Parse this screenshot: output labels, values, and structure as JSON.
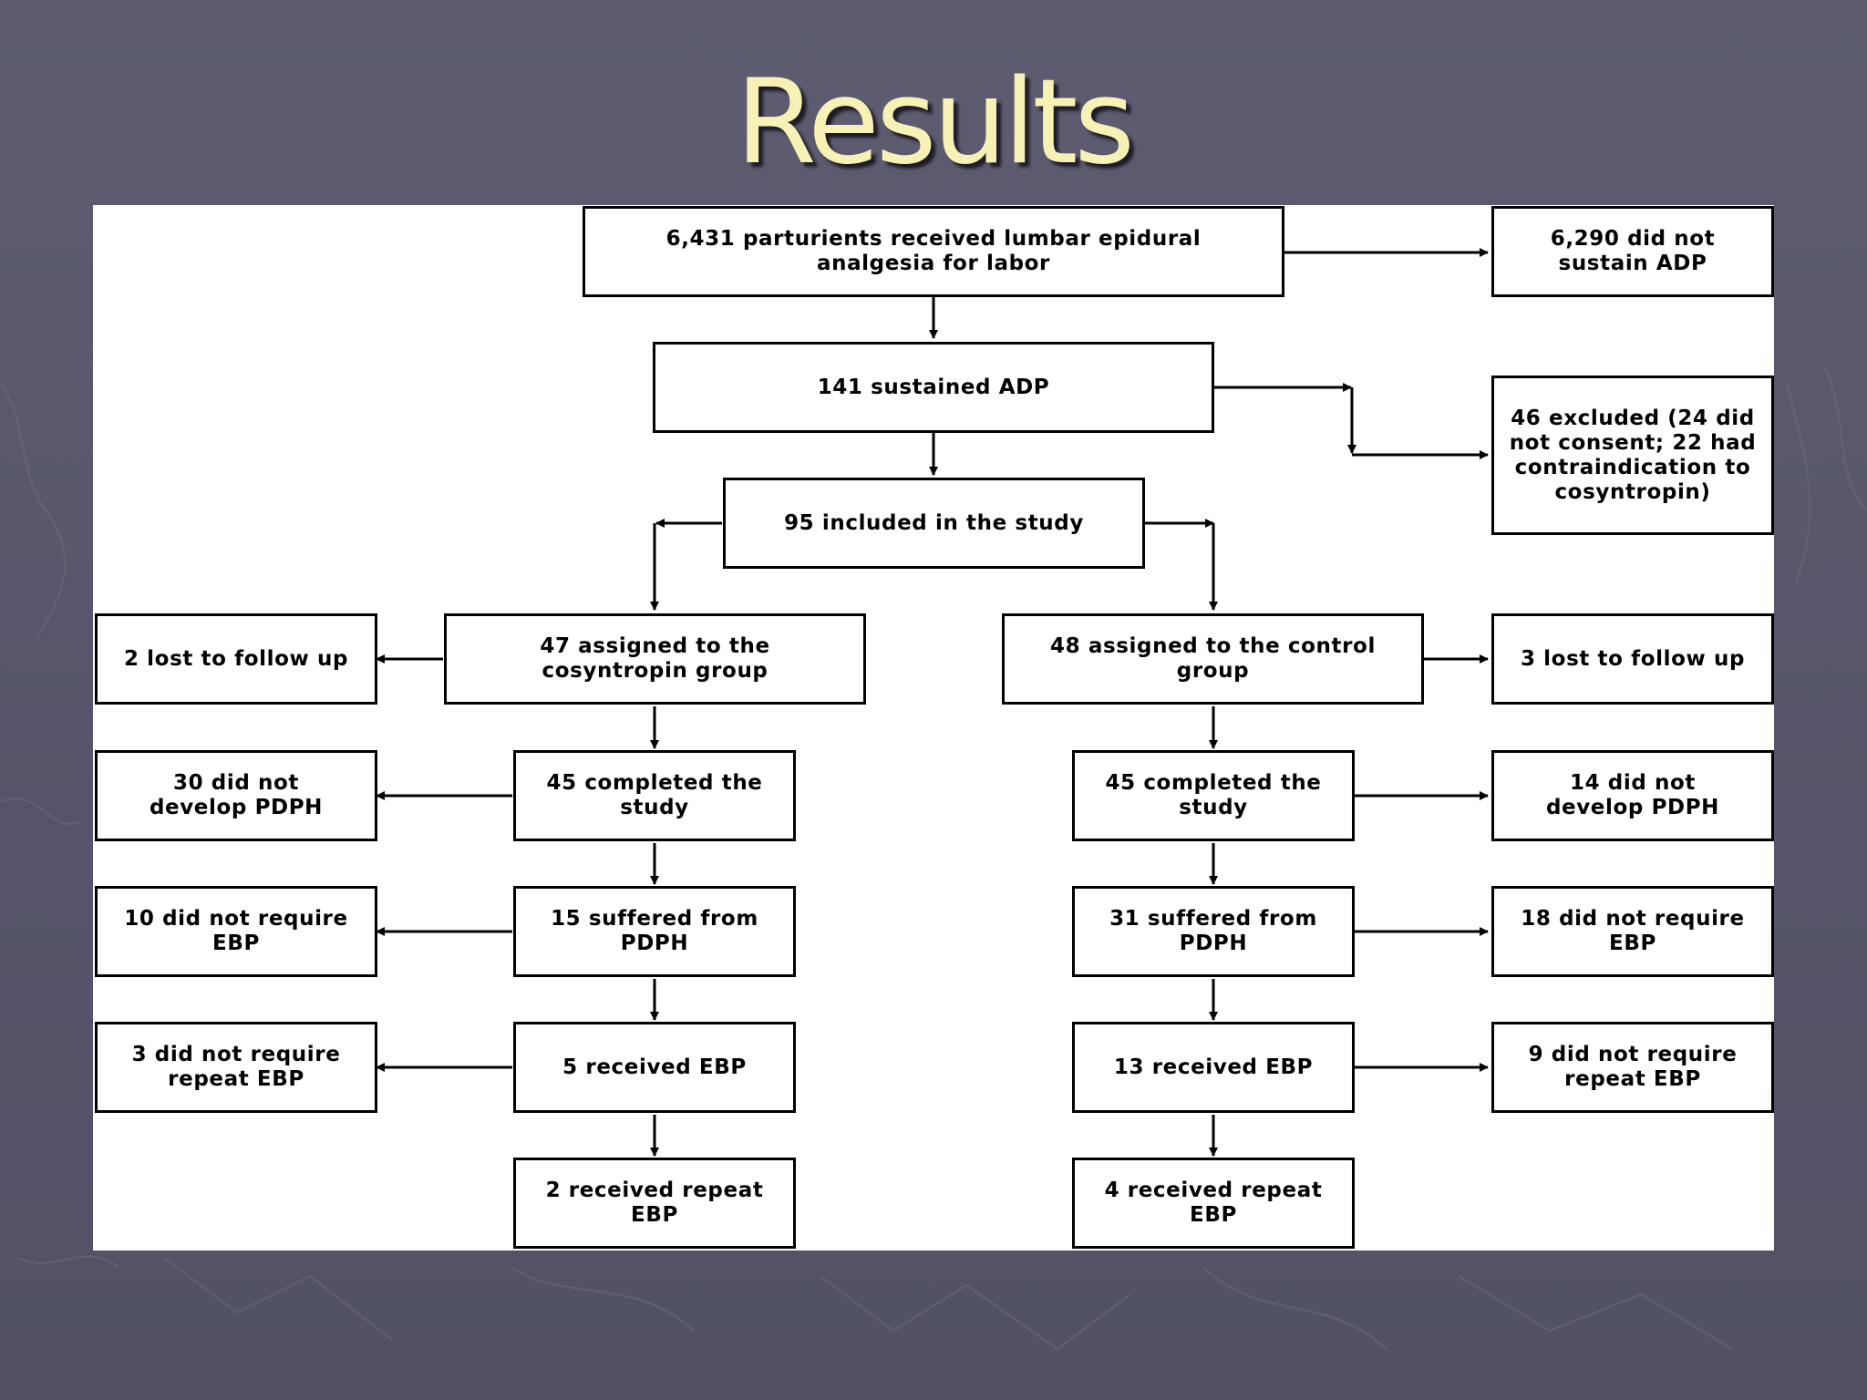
{
  "slide": {
    "title": "Results",
    "accent_title": "#f7f1b6",
    "background": "#58576c"
  },
  "flowchart": {
    "nodes": {
      "enrolled": "6,431 parturients received lumbar epidural analgesia for labor",
      "no_adp": "6,290 did not sustain ADP",
      "sustained": "141 sustained ADP",
      "excluded": "46 excluded (24 did not consent; 22 had contraindication to cosyntropin)",
      "included": "95 included in the study",
      "cos_assigned": "47 assigned to the cosyntropin group",
      "cos_lost": "2 lost to follow up",
      "ctl_assigned": "48 assigned to the control group",
      "ctl_lost": "3 lost to follow up",
      "cos_completed": "45 completed the study",
      "cos_no_pdph": "30 did not develop PDPH",
      "ctl_completed": "45 completed the study",
      "ctl_no_pdph": "14 did not develop PDPH",
      "cos_pdph": "15 suffered from PDPH",
      "cos_no_ebp": "10 did not require EBP",
      "ctl_pdph": "31 suffered from PDPH",
      "ctl_no_ebp": "18 did not require EBP",
      "cos_ebp": "5 received EBP",
      "cos_no_repeat": "3 did not require repeat EBP",
      "ctl_ebp": "13 received EBP",
      "ctl_no_repeat": "9 did not require repeat EBP",
      "cos_repeat": "2 received repeat EBP",
      "ctl_repeat": "4 received repeat EBP"
    }
  }
}
